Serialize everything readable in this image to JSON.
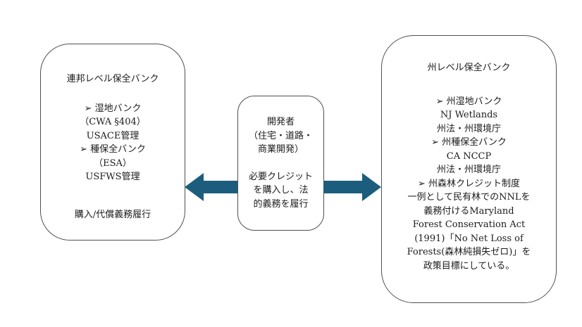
{
  "colors": {
    "arrow": "#1c5d7d",
    "border": "#4f4f4f",
    "text": "#1b1b1b",
    "background": "#ffffff"
  },
  "federal_box": {
    "title": "連邦レベル保全バンク",
    "lines": [
      "➢ 湿地バンク",
      "（CWA §404）",
      "USACE管理",
      "➢ 種保全バンク",
      "（ESA）",
      "USFWS管理"
    ],
    "footer": "購入/代償義務履行"
  },
  "developer_box": {
    "role_lines": [
      "開発者",
      "（住宅・道路・",
      "商業開発）"
    ],
    "action_lines": [
      "必要クレジット",
      "を購入し、法",
      "的義務を履行"
    ]
  },
  "state_box": {
    "title": "州レベル保全バンク",
    "lines": [
      "➢ 州湿地バンク",
      "NJ Wetlands",
      "州法・州環境庁",
      "➢ 州種保全バンク",
      "CA NCCP",
      "州法・州環境庁",
      "➢ 州森林クレジット制度",
      "一例として民有林でのNNLを",
      "義務付けるMaryland",
      "Forest Conservation Act",
      "(1991)「No Net Loss of",
      "Forests(森林純損失ゼロ)」を",
      "政策目標にしている。"
    ]
  },
  "arrows": {
    "left_name": "arrow-left",
    "right_name": "arrow-right"
  }
}
